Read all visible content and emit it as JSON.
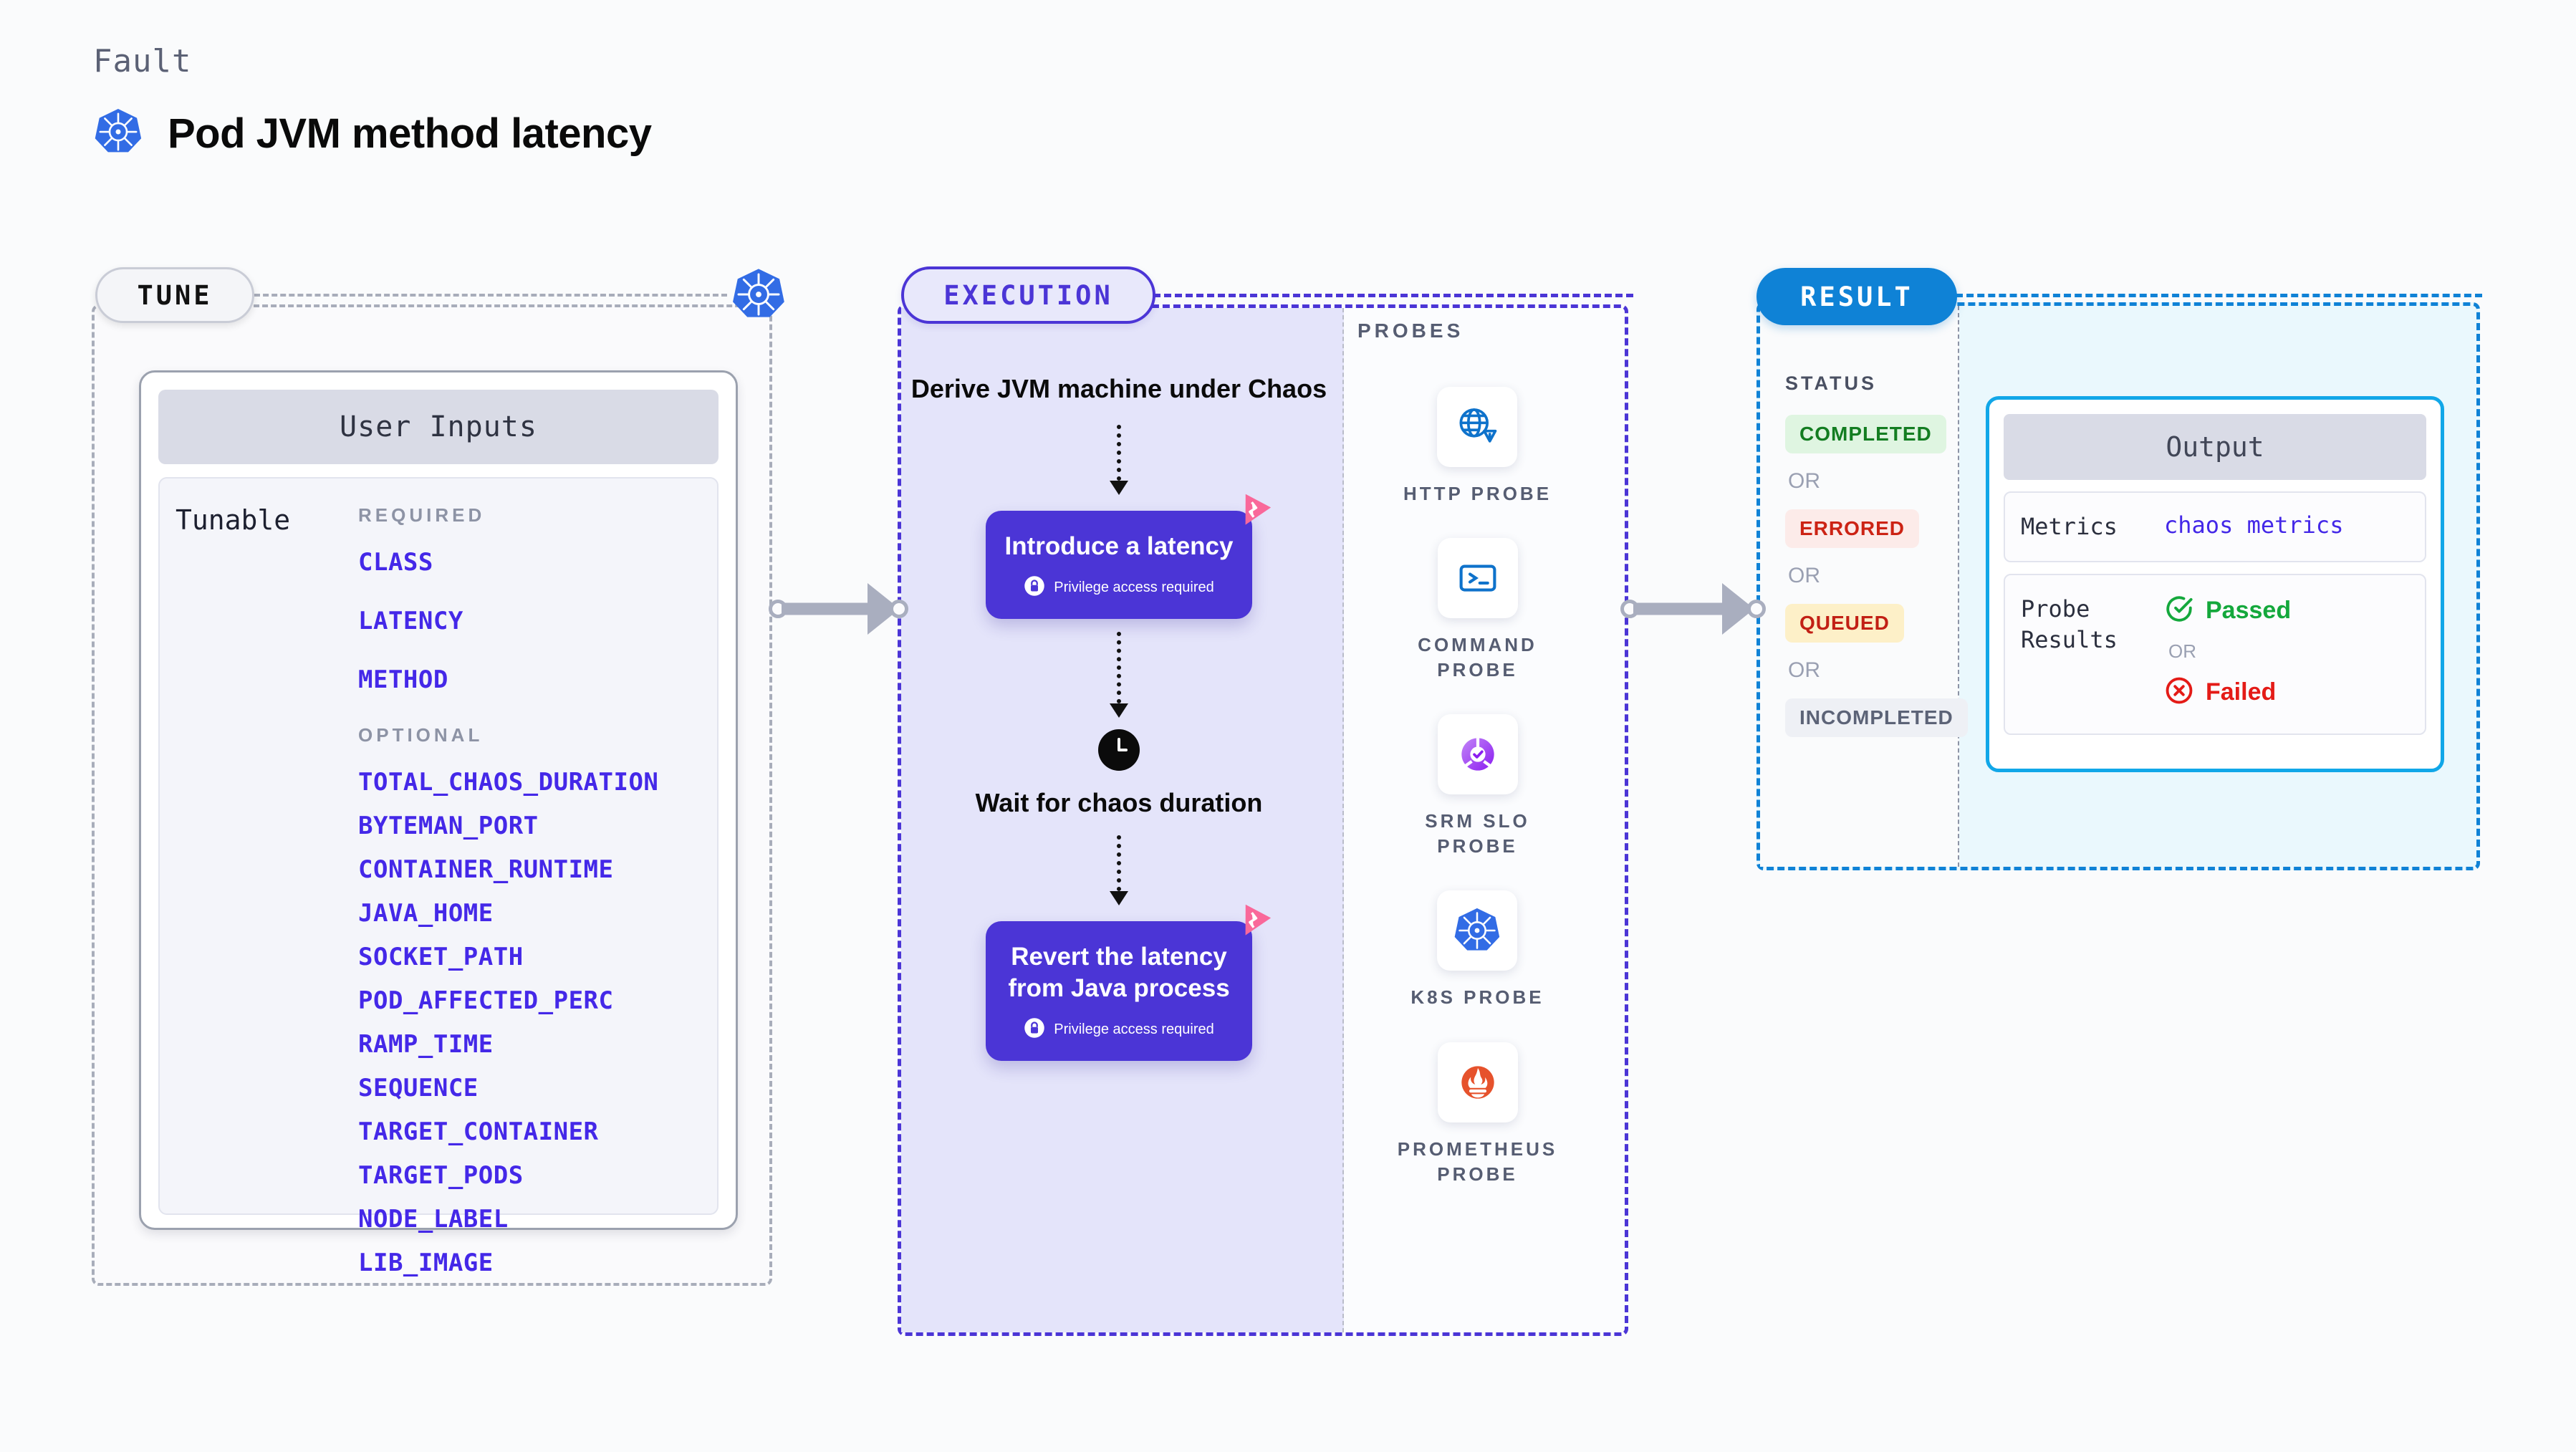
{
  "header": {
    "eyebrow": "Fault",
    "title": "Pod JVM method latency",
    "icon": "kubernetes-icon"
  },
  "tune": {
    "tag": "TUNE",
    "badge_icon": "kubernetes-icon",
    "card_title": "User Inputs",
    "row_label": "Tunable",
    "required_caption": "REQUIRED",
    "required": [
      "CLASS",
      "LATENCY",
      "METHOD"
    ],
    "optional_caption": "OPTIONAL",
    "optional": [
      "TOTAL_CHAOS_DURATION",
      "BYTEMAN_PORT",
      "CONTAINER_RUNTIME",
      "JAVA_HOME",
      "SOCKET_PATH",
      "POD_AFFECTED_PERC",
      "RAMP_TIME",
      "SEQUENCE",
      "TARGET_CONTAINER",
      "TARGET_PODS",
      "NODE_LABEL",
      "LIB_IMAGE"
    ]
  },
  "execution": {
    "tag": "EXECUTION",
    "step_derive": "Derive JVM machine under Chaos",
    "card_latency": {
      "title": "Introduce a latency",
      "privilege": "Privilege access required",
      "badge_icon": "litmus-logo-icon",
      "lock_icon": "lock-icon"
    },
    "step_wait": "Wait for chaos duration",
    "wait_icon": "clock-icon",
    "card_revert": {
      "title": "Revert the latency from Java process",
      "privilege": "Privilege access required",
      "badge_icon": "litmus-logo-icon",
      "lock_icon": "lock-icon"
    }
  },
  "probes": {
    "caption": "PROBES",
    "items": [
      {
        "label": "HTTP PROBE",
        "icon": "globe-warning-icon"
      },
      {
        "label": "COMMAND PROBE",
        "icon": "terminal-icon"
      },
      {
        "label": "SRM SLO PROBE",
        "icon": "srm-slo-icon"
      },
      {
        "label": "K8S PROBE",
        "icon": "kubernetes-icon"
      },
      {
        "label": "PROMETHEUS PROBE",
        "icon": "prometheus-icon"
      }
    ]
  },
  "result": {
    "tag": "RESULT",
    "status_caption": "STATUS",
    "or": "OR",
    "statuses": [
      {
        "label": "COMPLETED",
        "bg": "#dff5e1",
        "fg": "#137d21"
      },
      {
        "label": "ERRORED",
        "bg": "#fcebe9",
        "fg": "#cc2314"
      },
      {
        "label": "QUEUED",
        "bg": "#fdf0c8",
        "fg": "#c22015"
      },
      {
        "label": "INCOMPLETED",
        "bg": "#eef0f5",
        "fg": "#5c6377"
      }
    ],
    "output": {
      "title": "Output",
      "metrics_key": "Metrics",
      "metrics_value": "chaos metrics",
      "probe_results_key": "Probe Results",
      "passed": "Passed",
      "failed": "Failed",
      "or": "OR",
      "passed_icon": "check-circle-icon",
      "failed_icon": "x-circle-icon"
    }
  },
  "colors": {
    "accent_purple": "#4b35d6",
    "param_blue": "#4428e8",
    "result_blue": "#0f82d6",
    "litmus_pink": "#f9689a",
    "k8s_blue": "#326ce5"
  }
}
